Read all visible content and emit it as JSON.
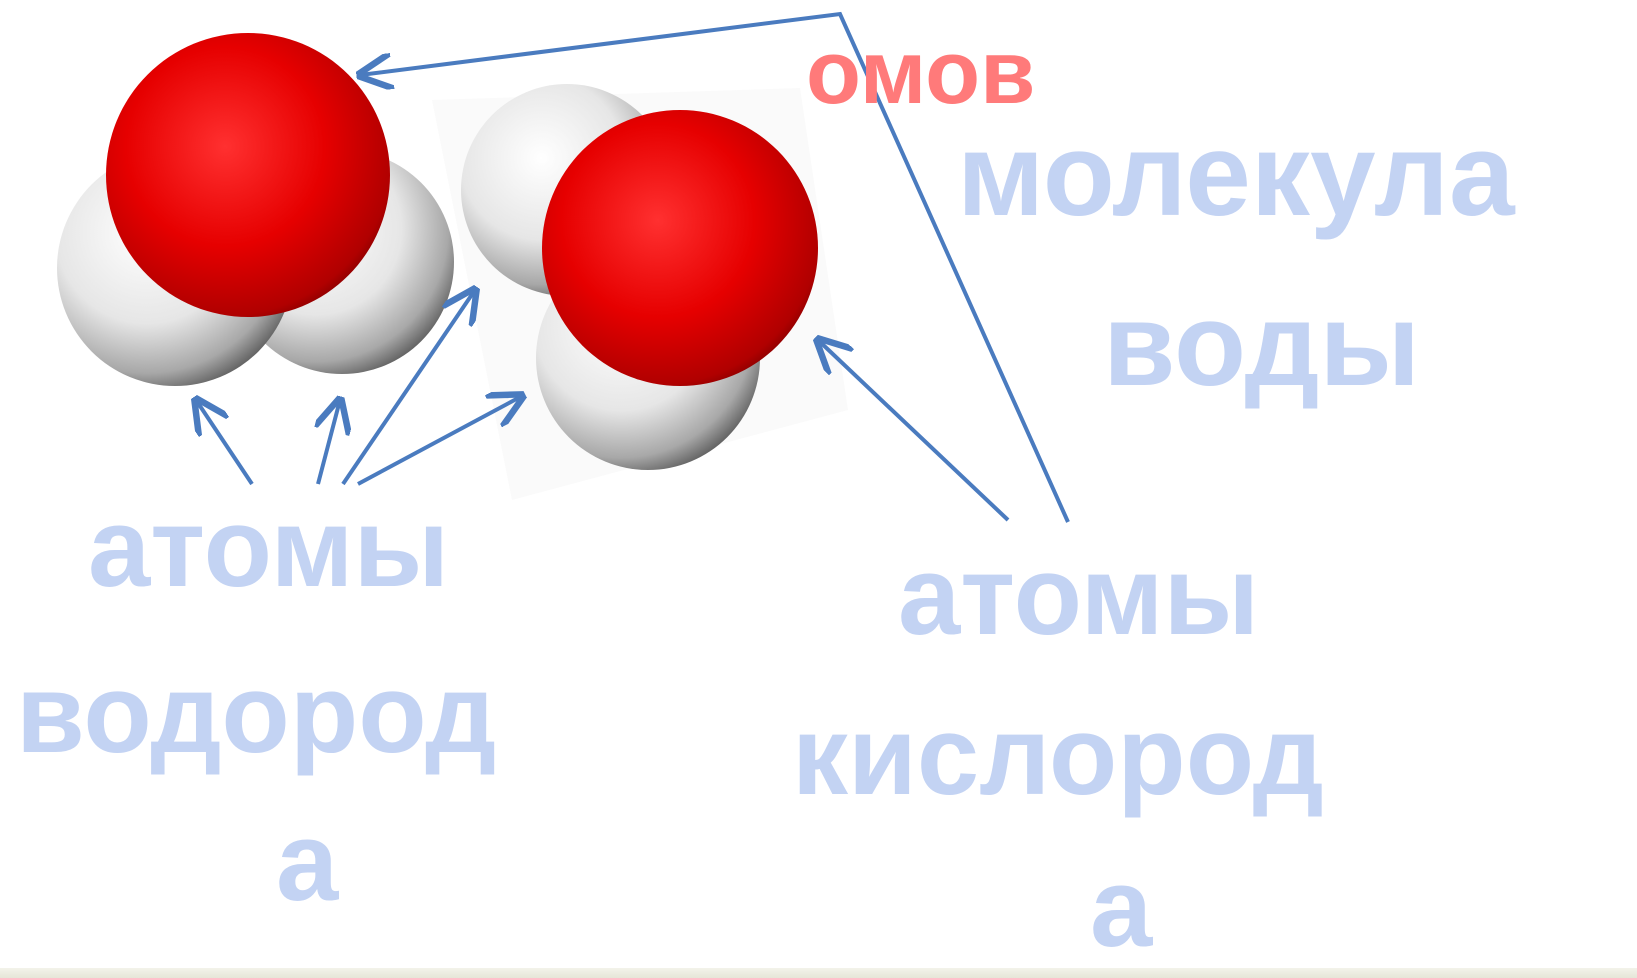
{
  "partial_heading": "омов",
  "labels": {
    "molecule_line1": "молекула",
    "molecule_line2": "воды",
    "hydrogen_line1": "атомы",
    "hydrogen_line2": "водород",
    "hydrogen_line3": "а",
    "oxygen_line1": "атомы",
    "oxygen_line2": "кислород",
    "oxygen_line3": "а"
  },
  "colors": {
    "label_text": "#c3d3f3",
    "heading_text": "#ff7a7a",
    "arrow": "#4a7bbf",
    "oxygen_atom": "#e60000",
    "hydrogen_atom": "#e8e8e8"
  }
}
